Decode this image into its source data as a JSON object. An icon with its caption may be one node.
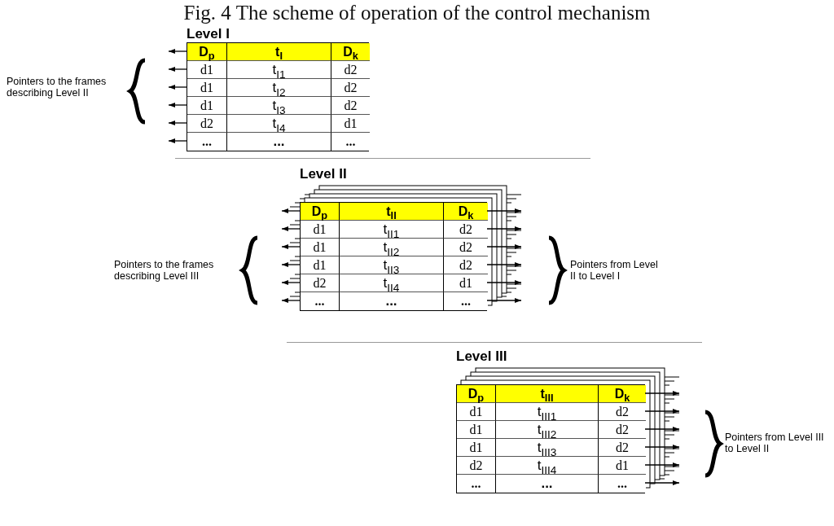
{
  "diagram": {
    "title": "Fig. 4 The scheme of operation of the control mechanism",
    "nodes": [
      {
        "text": [
          "Level I",
          "D$_{p}$",
          "t$_{I}$",
          "D$_{k}$",
          "d1",
          "t$_{I1}$",
          "d2",
          "d1",
          "t$_{I2}$",
          "d2",
          "d1",
          "t$_{I3}$",
          "d2",
          "d2",
          "t$_{I4}$",
          "d1",
          "...",
          "...",
          "..."
        ]
      },
      {
        "text": [
          "Level II",
          "D$_{p}$",
          "t$_{II}$",
          "D$_{k}$",
          "d1",
          "t$_{II1}$",
          "d2",
          "d1",
          "t$_{II2}$",
          "d2",
          "d1",
          "t$_{II3}$",
          "d2",
          "d2",
          "t$_{II4}$",
          "d1",
          "...",
          "...",
          "..."
        ]
      },
      {
        "text": [
          "Level III",
          "D$_{p}$",
          "t$_{III}$",
          "D$_{k}$",
          "d1",
          "t$_{III1}$",
          "d2",
          "d1",
          "t$_{III2}$",
          "d2",
          "d1",
          "t$_{III3}$",
          "d2",
          "d2",
          "t$_{III4}$",
          "d1",
          "...",
          "...",
          "..."
        ]
      }
    ],
    "edges": [
      {
        "from": 0,
        "to": null,
        "arrow": "to"
      },
      {
        "from": 0,
        "to": null,
        "arrow": "to"
      },
      {
        "from": 0,
        "to": null,
        "arrow": "to"
      },
      {
        "from": 0,
        "to": null,
        "arrow": "to"
      },
      {
        "from": 0,
        "to": null,
        "arrow": "to"
      },
      {
        "from": 0,
        "to": null,
        "arrow": "to"
      },
      {
        "from": 1,
        "to": null,
        "arrow": "to"
      },
      {
        "from": 1,
        "to": null,
        "arrow": "to"
      },
      {
        "from": 1,
        "to": null,
        "arrow": "to"
      },
      {
        "from": 1,
        "to": null,
        "arrow": "to"
      },
      {
        "from": 1,
        "to": null,
        "arrow": "to"
      },
      {
        "from": 1,
        "to": null,
        "arrow": "to"
      },
      {
        "from": 1,
        "to": null,
        "arrow": "to"
      },
      {
        "from": 1,
        "to": null,
        "arrow": "to"
      },
      {
        "from": 1,
        "to": null,
        "arrow": "to"
      },
      {
        "from": 1,
        "to": null,
        "arrow": "to"
      },
      {
        "from": 1,
        "to": null,
        "arrow": "to"
      },
      {
        "from": 1,
        "to": null,
        "arrow": "to"
      },
      {
        "from": 2,
        "to": null,
        "arrow": "to"
      },
      {
        "from": 2,
        "to": null,
        "arrow": "to"
      },
      {
        "from": 2,
        "to": null,
        "arrow": "to"
      },
      {
        "from": 2,
        "to": null,
        "arrow": "to"
      },
      {
        "from": 2,
        "to": null,
        "arrow": "to"
      },
      {
        "from": 2,
        "to": null,
        "arrow": "to"
      }
    ],
    "labels": [
      "Pointers to the frames describing Level II",
      "Pointers to the frames describing Level III",
      "Pointers from Level II to Level I",
      "Pointers from Level III to Level II"
    ]
  }
}
